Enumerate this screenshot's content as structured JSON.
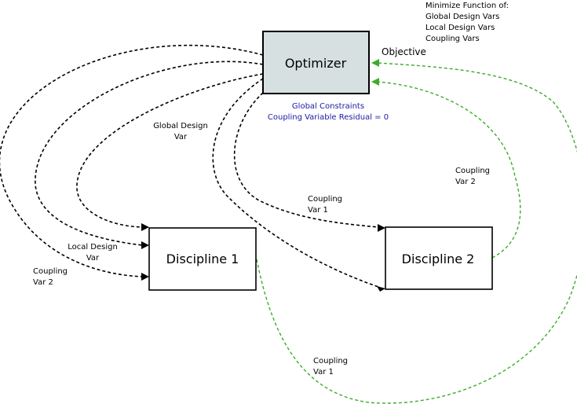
{
  "nodes": {
    "optimizer": {
      "label": "Optimizer",
      "fill": "#d6e0e0"
    },
    "discipline1": {
      "label": "Discipline 1",
      "fill": "#ffffff"
    },
    "discipline2": {
      "label": "Discipline 2",
      "fill": "#ffffff"
    }
  },
  "annotations": {
    "minimize": {
      "line1": "Minimize Function of:",
      "line2": "Global Design Vars",
      "line3": "Local Design Vars",
      "line4": "Coupling Vars"
    },
    "objective": "Objective",
    "constraints": {
      "line1": "Global Constraints",
      "line2": "Coupling Variable Residual = 0"
    }
  },
  "edge_labels": {
    "global_design": {
      "line1": "Global Design",
      "line2": "Var"
    },
    "coupling_var1_top": {
      "line1": "Coupling",
      "line2": "Var 1"
    },
    "coupling_var2_right": {
      "line1": "Coupling",
      "line2": "Var 2"
    },
    "local_design": {
      "line1": "Local Design",
      "line2": "Var"
    },
    "coupling_var2_left": {
      "line1": "Coupling",
      "line2": "Var 2"
    },
    "coupling_var1_bottom": {
      "line1": "Coupling",
      "line2": "Var 1"
    }
  },
  "colors": {
    "black_edges": "#000000",
    "green_edges": "#3cac2a",
    "constraint_text": "#1a1aa6",
    "optimizer_fill": "#d6e0e0"
  }
}
